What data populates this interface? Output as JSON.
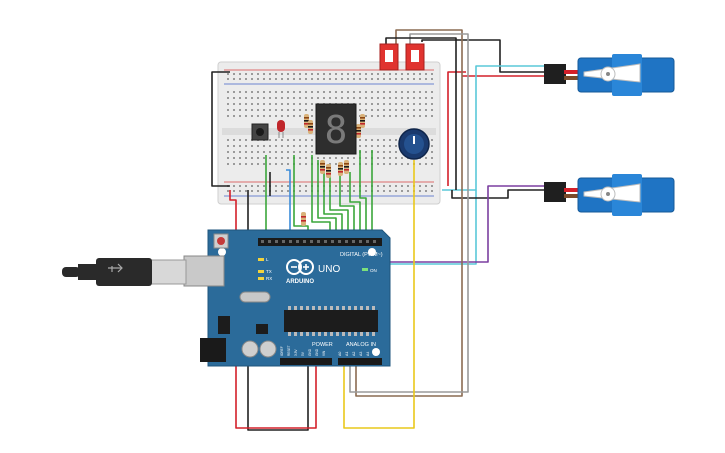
{
  "board": {
    "brand": "ARDUINO",
    "model": "UNO",
    "digital_label": "DIGITAL (PWM~)",
    "power_label": "POWER",
    "analog_label": "ANALOG IN",
    "tx_label": "TX",
    "rx_label": "RX",
    "l_label": "L",
    "on_label": "ON",
    "analog_pins": [
      "A0",
      "A1",
      "A2",
      "A3",
      "A4",
      "A5"
    ],
    "power_pins": [
      "IOREF",
      "RESET",
      "3.3V",
      "5V",
      "GND",
      "GND",
      "VIN"
    ]
  },
  "colors": {
    "board": "#2b6b9a",
    "breadboard": "#ececec",
    "servo": "#1f74c4",
    "switch": "#e0332f",
    "wire_red": "#d4202a",
    "wire_black": "#222222",
    "wire_green": "#3aa63a",
    "wire_cyan": "#5ac8d8",
    "wire_purple": "#7b3fa0",
    "wire_yellow": "#e9c81c",
    "wire_brown": "#8a6b52",
    "wire_gray": "#9a9a9a",
    "wire_blue": "#3a8bd8"
  },
  "components": {
    "seven_segment_digit": "8",
    "usb_cable": "usb-cable-icon",
    "potentiometer": "potentiometer-icon",
    "pushbutton": "pushbutton-icon",
    "led": "red-led-icon",
    "servo_top": "servo-icon",
    "servo_bottom": "servo-icon",
    "dip_switch_left": "switch-icon",
    "dip_switch_right": "switch-icon"
  }
}
